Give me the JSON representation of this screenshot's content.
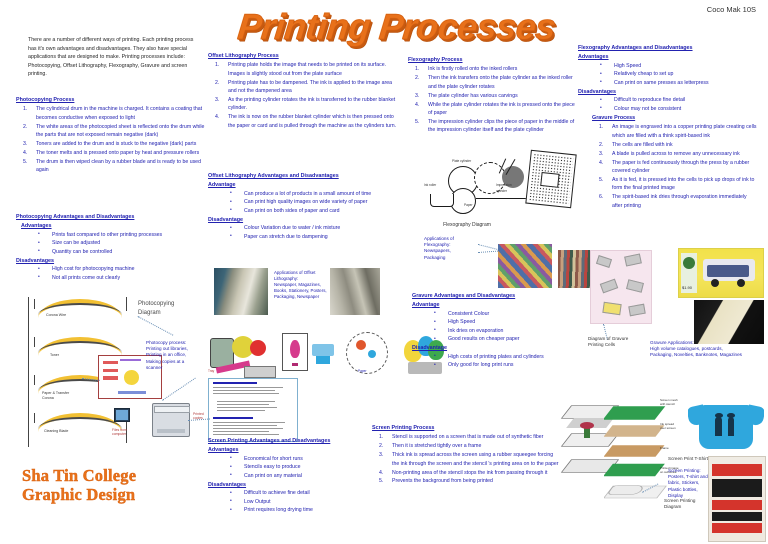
{
  "document": {
    "author": "Coco Mak 10S",
    "title": "Printing Processes",
    "school": "Sha Tin College\nGraphic Design",
    "school_line1": "Sha Tin College",
    "school_line2": "Graphic Design"
  },
  "intro": {
    "text": "There are a number of different ways of printing. Each printing process has it's own advantages and disadvantages. They also have special applications that are designed to make. Printing processes include: Photocopying, Offset Lithography, Flexography, Gravure and screen printing."
  },
  "photocopying": {
    "process_heading": "Photocopying Process",
    "steps": [
      "The cylindrical drum in the machine is charged. It contains a coating that becomes conductive when exposed to light",
      "The white areas of the photocopied sheet is reflected onto the drum while the parts that are not exposed remain negative (dark)",
      "Toners are added to the drum and is stuck to the negative (dark) parts",
      "The toner melts and is pressed onto paper by heat and pressure rollers",
      "The drum is then wiped clean by a rubber blade and is ready to be used again"
    ],
    "adv_heading": "Photocopying Advantages and Disadvantages",
    "advantages_label": "Advantages",
    "advantages": [
      "Prints fast compared to other printing processes",
      "Size can be adjusted",
      "Quantity can be controlled"
    ],
    "disadvantages_label": "Disadvantages",
    "disadvantages": [
      "High cost for photocopying machine",
      "Not all prints come out clearly"
    ],
    "diagram_caption": "Photocopying Diagram",
    "app_caption": "Photocopy process:\nPrinting out libraries, Printing in an office, Making copies at a scanner"
  },
  "offset": {
    "process_heading": "Offset Lithography Process",
    "steps": [
      "Printing plate holds the image that needs to be printed on its surface. Images is slightly stood out from the plate surface",
      "Printing plate has to be dampened. The ink is applied to the image area and not the dampened area",
      "As the printing cylinder rotates the ink is transferred to the rubber blanket cylinder.",
      "The ink is now on the rubber blanket cylinder which is then pressed onto the paper or card and is pulled through the machine as the cylinders turn."
    ],
    "adv_heading": "Offset Lithography Advantages and Disadvantages",
    "advantages_label": "Advantage",
    "advantages": [
      "Can produce a lot of products in a small amount of time",
      "Can print high quality images on wide variety of paper",
      "Can print on both sides of paper and card"
    ],
    "disadvantages_label": "Disadvantage",
    "disadvantages": [
      "Colour Variation due to water / ink mixture",
      "Paper can stretch due to dampening"
    ],
    "app_caption": "Applications of Offset Lithography:\nNewspaper, Magazines, Books, Stationery, Posters, Packaging, Newspaper"
  },
  "flexography": {
    "process_heading": "Flexography Process",
    "steps": [
      "Ink is firstly rolled onto the inked rollers",
      "Then the ink transfers onto the plate cylinder as the inked roller and the plate cylinder rotates",
      "The plate cylinder has various carvings",
      "While the plate cylinder rotates the ink is pressed onto the piece of paper",
      "The impression cylinder clips the piece of paper in the middle of the impression cylinder itself and the plate cylinder"
    ],
    "adv_heading": "Flexography Advantages and Disadvantages",
    "advantages_label": "Advantages",
    "advantages": [
      "High Speed",
      "Relatively cheap to set up",
      "Can print on same presses as letterpress"
    ],
    "disadvantages_label": "Disadvantages",
    "disadvantages": [
      "Difficult to reproduce fine detail",
      "Colour may not be consistent"
    ],
    "diagram_caption": "Flexography Diagram",
    "app_caption": "Applications of\nFlexography: Newspapers,\nPackaging"
  },
  "gravure": {
    "process_heading": "Gravure Process",
    "steps": [
      "An image is engraved into a copper printing plate creating cells which are filled with a think spirit-based ink",
      "The cells are filled with ink",
      "A blade is pulled across to remove any unnecessary ink",
      "The paper is fed continuously through the press by a rubber covered cylinder",
      "As it is fed, it is pressed into the cells to pick up drops of ink to form the final printed image",
      "The spirit-based ink dries through evaporation immediately after printing"
    ],
    "adv_heading": "Gravure Advantages and Disadvantages",
    "advantages_label": "Advantage",
    "advantages": [
      "Consistent Colour",
      "High Speed",
      "Ink dries on evaporation",
      "Good results on cheaper paper"
    ],
    "disadvantages_label": "Disadvantage",
    "disadvantages": [
      "High costs of printing plates and cylinders",
      "Only good for long print runs"
    ],
    "diagram_caption": "Diagram of Gravure Printing Cells",
    "app_caption": "Gravure Applications:\nHigh volume catalogues, postcards, Packaging, Novelties, Banknotes, Magazines"
  },
  "screen": {
    "process_heading": "Screen Printing Process",
    "steps": [
      "Stencil is supported on a screen that is made out of synthetic fiber",
      "Then it is stretched tightly over a frame",
      "Thick ink is spread across the screen using a rubber squeegee forcing the ink through the screen and the stencil 's printing area on to the paper",
      "Non-printing area of the stencil stops the ink from passing through it",
      "Prevents the background from being printed"
    ],
    "adv_heading": "Screen Printing Advantages and Disadvantages",
    "advantages_label": "Advantages",
    "advantages": [
      "Economical for short runs",
      "Stencils easy to produce",
      "Can print on any material"
    ],
    "disadvantages_label": "Disadvantages",
    "disadvantages": [
      "Difficult to achieve fine detail",
      "Low Output",
      "Print requires long drying time"
    ],
    "diagram_caption": "Screen Printing Diagram",
    "tshirt_caption": "Screen Print T-Shirt",
    "app_caption": "Screen Printing:\nPosters, T-shirt and fabric, Stickers, Plastic bottles, Display"
  },
  "colors": {
    "title_orange": "#E8711A",
    "body_blue": "#2222b0",
    "text_dark": "#262626"
  }
}
